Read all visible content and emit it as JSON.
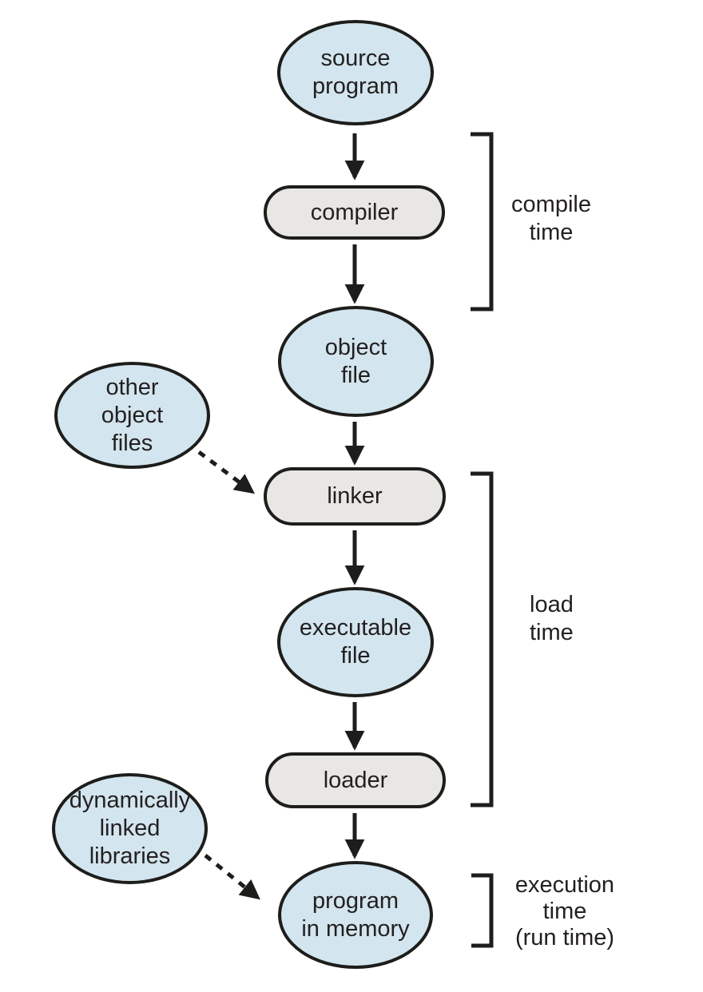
{
  "colors": {
    "background": "#ffffff",
    "node_fill_blue": "#d3e5ee",
    "node_fill_gray": "#e9e7e3",
    "stroke": "#1d1d1b",
    "text": "#231f20"
  },
  "nodes": {
    "source_program": {
      "shape": "ellipse",
      "line1": "source",
      "line2": "program"
    },
    "compiler": {
      "shape": "rounded-rect",
      "label": "compiler"
    },
    "object_file": {
      "shape": "ellipse",
      "line1": "object",
      "line2": "file"
    },
    "other_object_files": {
      "shape": "ellipse",
      "line1": "other",
      "line2": "object",
      "line3": "files"
    },
    "linker": {
      "shape": "rounded-rect",
      "label": "linker"
    },
    "executable_file": {
      "shape": "ellipse",
      "line1": "executable",
      "line2": "file"
    },
    "loader": {
      "shape": "rounded-rect",
      "label": "loader"
    },
    "dynamically_linked_libraries": {
      "shape": "ellipse",
      "line1": "dynamically",
      "line2": "linked",
      "line3": "libraries"
    },
    "program_in_memory": {
      "shape": "ellipse",
      "line1": "program",
      "line2": "in memory"
    }
  },
  "stage_labels": {
    "compile_time": {
      "line1": "compile",
      "line2": "time"
    },
    "load_time": {
      "line1": "load",
      "line2": "time"
    },
    "execution_time": {
      "line1": "execution",
      "line2": "time",
      "line3": "(run time)"
    }
  },
  "edges": [
    {
      "from": "source program",
      "to": "compiler",
      "style": "solid"
    },
    {
      "from": "compiler",
      "to": "object file",
      "style": "solid"
    },
    {
      "from": "object file",
      "to": "linker",
      "style": "solid"
    },
    {
      "from": "other object files",
      "to": "linker",
      "style": "dashed"
    },
    {
      "from": "linker",
      "to": "executable file",
      "style": "solid"
    },
    {
      "from": "executable file",
      "to": "loader",
      "style": "solid"
    },
    {
      "from": "loader",
      "to": "program in memory",
      "style": "solid"
    },
    {
      "from": "dynamically linked libraries",
      "to": "program in memory",
      "style": "dashed"
    }
  ]
}
